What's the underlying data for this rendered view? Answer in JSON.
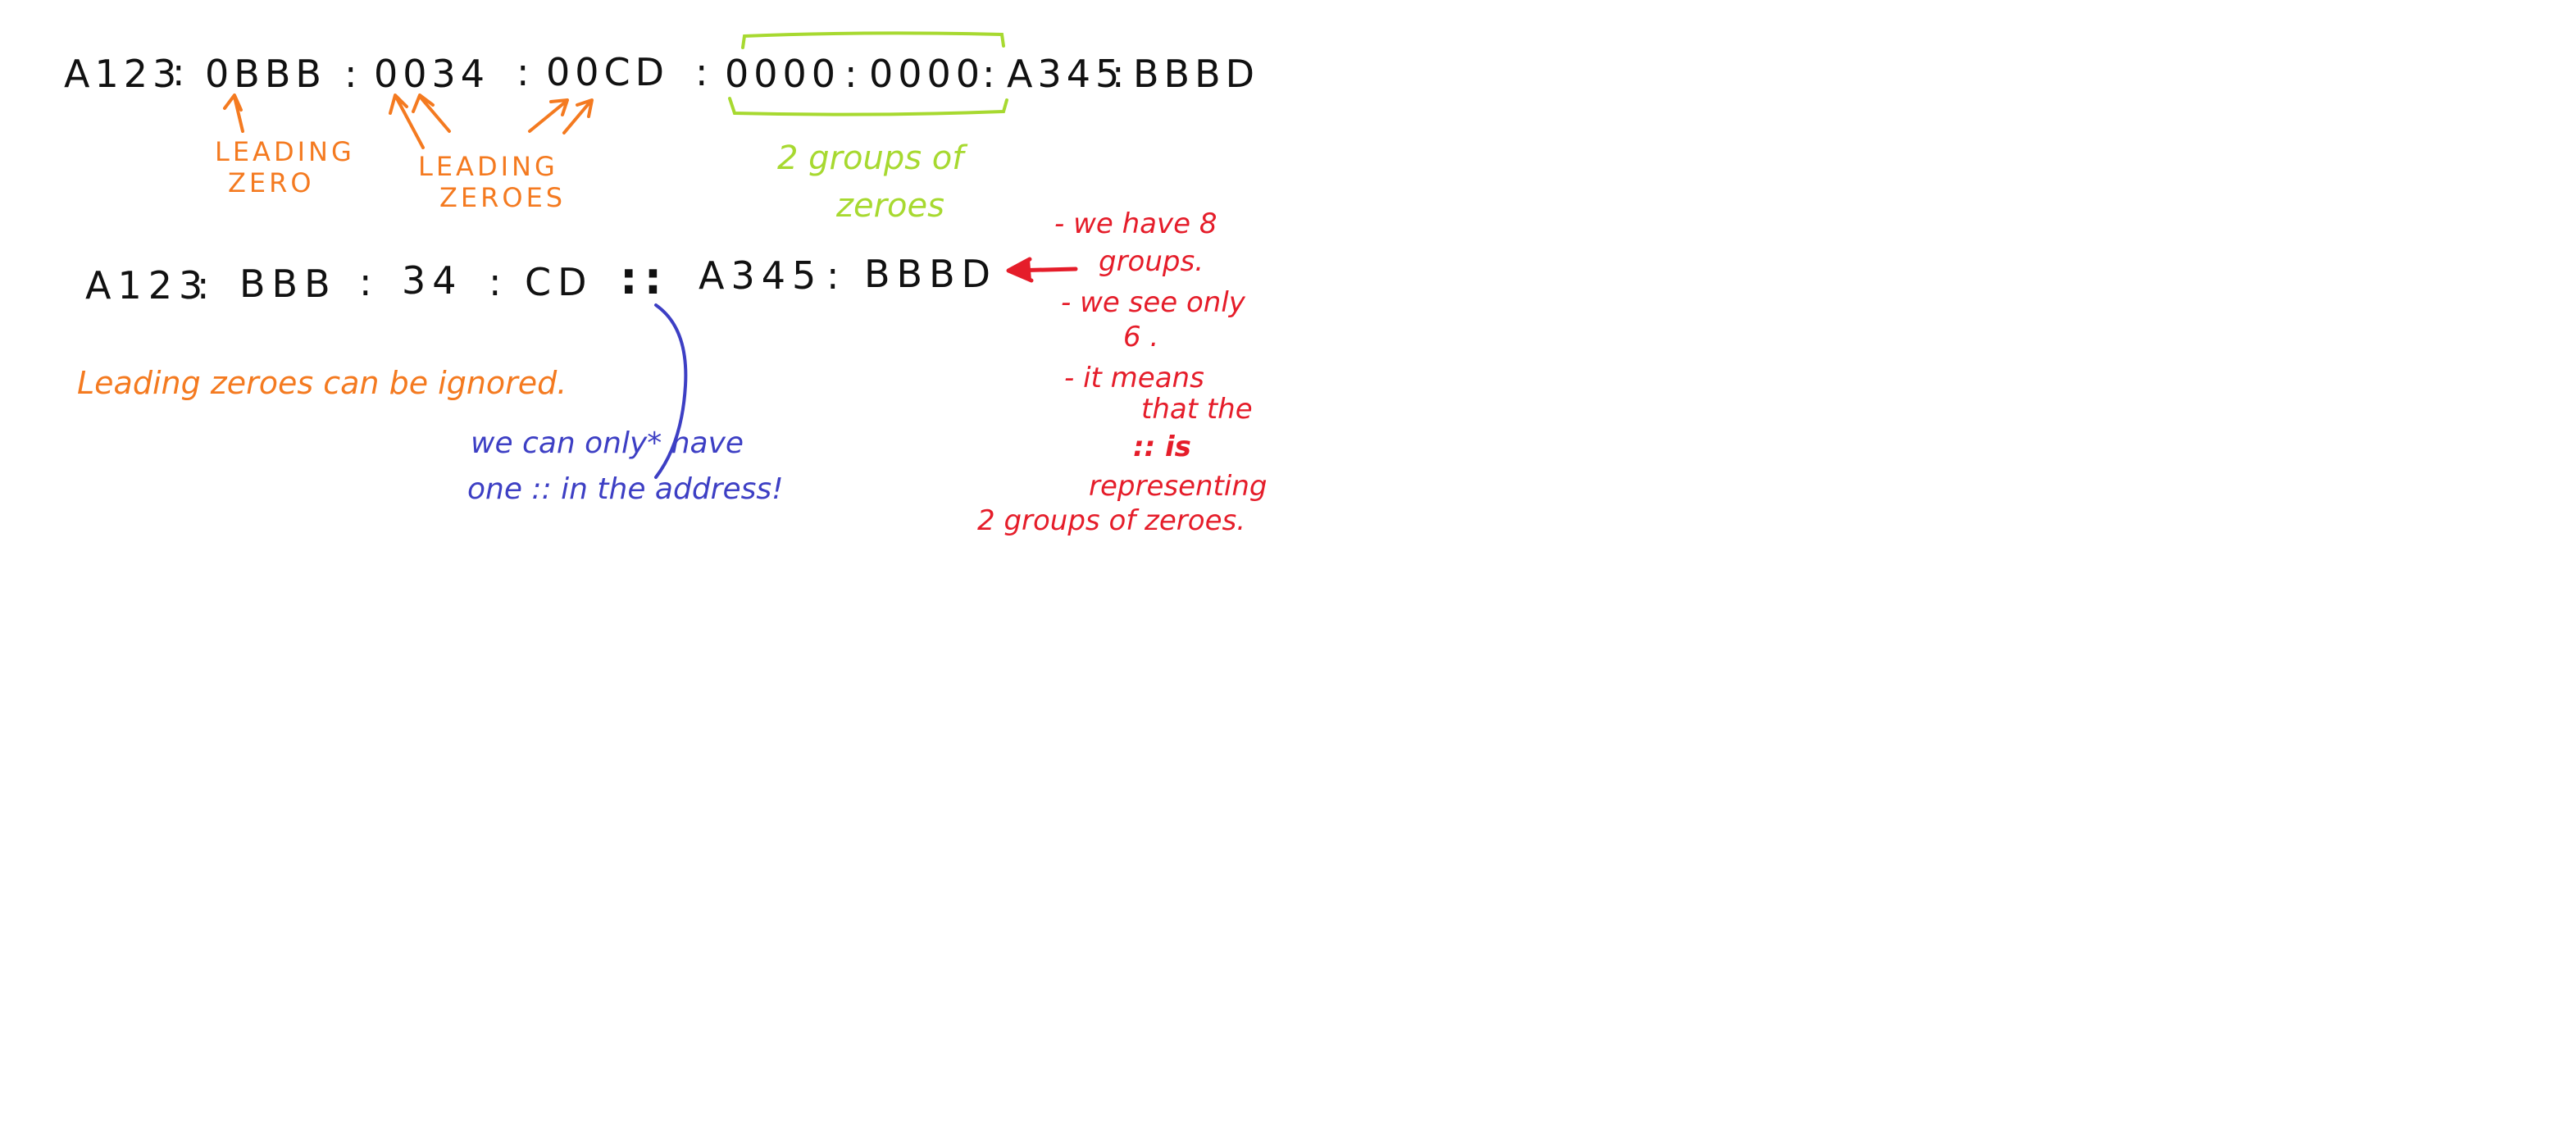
{
  "colors": {
    "ink": "#111111",
    "orange": "#f47a20",
    "green": "#a7d930",
    "red": "#e51d2a",
    "blue": "#3d3fc4",
    "background": "#ffffff"
  },
  "full_address": {
    "groups": [
      "A123",
      "0BBB",
      "0034",
      "00CD",
      "0000",
      "0000",
      "A345",
      "BBBD"
    ],
    "separator": ":"
  },
  "compressed_address": {
    "groups_before": [
      "A123",
      "BBB",
      "34",
      "CD"
    ],
    "double_colon": "::",
    "groups_after": [
      "A345",
      "BBBD"
    ],
    "separator": ":"
  },
  "annotations": {
    "leading_zero": [
      "LEADING",
      "ZERO"
    ],
    "leading_zeroes": [
      "LEADING",
      "ZEROES"
    ],
    "two_groups_of_zeroes": [
      "2 groups of",
      "zeroes"
    ],
    "leading_zeroes_ignored": "Leading zeroes can be ignored.",
    "only_one_double_colon": [
      "we can only* have",
      "one  ::  in the address!"
    ],
    "explanation": [
      "- we have 8",
      "groups.",
      "- we see only",
      "6 .",
      "- it means",
      "that the",
      "::  is",
      "representing",
      "2 groups of zeroes."
    ]
  }
}
